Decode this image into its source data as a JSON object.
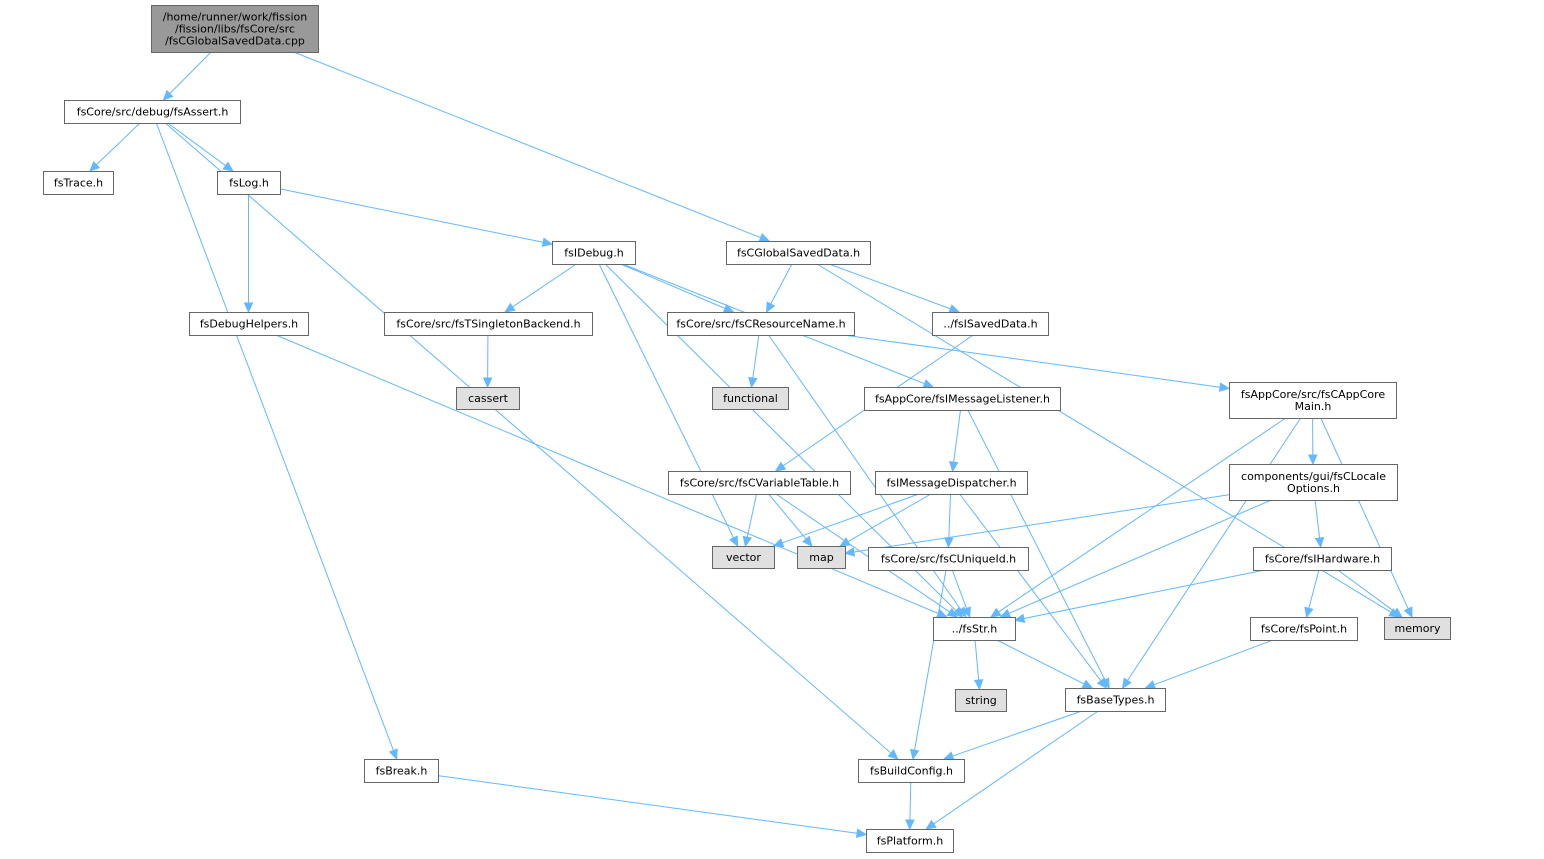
{
  "colors": {
    "edge": "#63b8ff",
    "root_fill": "#999999",
    "node_border": "#666666",
    "system_fill": "#e0e0e0"
  },
  "nodes": {
    "root": {
      "lines": [
        "/home/runner/work/fission",
        "/fission/libs/fsCore/src",
        "/fsCGlobalSavedData.cpp"
      ],
      "kind": "root"
    },
    "fsAssert": {
      "lines": [
        "fsCore/src/debug/fsAssert.h"
      ],
      "kind": "file"
    },
    "fsTrace": {
      "lines": [
        "fsTrace.h"
      ],
      "kind": "file"
    },
    "fsLog": {
      "lines": [
        "fsLog.h"
      ],
      "kind": "file"
    },
    "fsIDebug": {
      "lines": [
        "fsIDebug.h"
      ],
      "kind": "file"
    },
    "fsCGlobalSavedData": {
      "lines": [
        "fsCGlobalSavedData.h"
      ],
      "kind": "file"
    },
    "fsDebugHelpers": {
      "lines": [
        "fsDebugHelpers.h"
      ],
      "kind": "file"
    },
    "fsTSingletonBackend": {
      "lines": [
        "fsCore/src/fsTSingletonBackend.h"
      ],
      "kind": "file"
    },
    "fsCResourceName": {
      "lines": [
        "fsCore/src/fsCResourceName.h"
      ],
      "kind": "file"
    },
    "fsISavedData": {
      "lines": [
        "../fsISavedData.h"
      ],
      "kind": "file"
    },
    "cassert": {
      "lines": [
        "cassert"
      ],
      "kind": "system"
    },
    "functional": {
      "lines": [
        "functional"
      ],
      "kind": "system"
    },
    "fsIMessageListener": {
      "lines": [
        "fsAppCore/fsIMessageListener.h"
      ],
      "kind": "file"
    },
    "fsCAppCoreMain": {
      "lines": [
        "fsAppCore/src/fsCAppCore",
        "Main.h"
      ],
      "kind": "file"
    },
    "fsCVariableTable": {
      "lines": [
        "fsCore/src/fsCVariableTable.h"
      ],
      "kind": "file"
    },
    "fsIMessageDispatcher": {
      "lines": [
        "fsIMessageDispatcher.h"
      ],
      "kind": "file"
    },
    "fsCLocaleOptions": {
      "lines": [
        "components/gui/fsCLocale",
        "Options.h"
      ],
      "kind": "file"
    },
    "vector": {
      "lines": [
        "vector"
      ],
      "kind": "system"
    },
    "map": {
      "lines": [
        "map"
      ],
      "kind": "system"
    },
    "fsCUniqueId": {
      "lines": [
        "fsCore/src/fsCUniqueId.h"
      ],
      "kind": "file"
    },
    "fsIHardware": {
      "lines": [
        "fsCore/fsIHardware.h"
      ],
      "kind": "file"
    },
    "fsStr": {
      "lines": [
        "../fsStr.h"
      ],
      "kind": "file"
    },
    "fsPoint": {
      "lines": [
        "fsCore/fsPoint.h"
      ],
      "kind": "file"
    },
    "memory": {
      "lines": [
        "memory"
      ],
      "kind": "system"
    },
    "string": {
      "lines": [
        "string"
      ],
      "kind": "system"
    },
    "fsBaseTypes": {
      "lines": [
        "fsBaseTypes.h"
      ],
      "kind": "file"
    },
    "fsBreak": {
      "lines": [
        "fsBreak.h"
      ],
      "kind": "file"
    },
    "fsBuildConfig": {
      "lines": [
        "fsBuildConfig.h"
      ],
      "kind": "file"
    },
    "fsPlatform": {
      "lines": [
        "fsPlatform.h"
      ],
      "kind": "file"
    }
  },
  "edges": [
    [
      "root",
      "fsAssert"
    ],
    [
      "root",
      "fsCGlobalSavedData"
    ],
    [
      "fsAssert",
      "fsTrace"
    ],
    [
      "fsAssert",
      "fsLog"
    ],
    [
      "fsAssert",
      "fsBreak"
    ],
    [
      "fsAssert",
      "fsBuildConfig"
    ],
    [
      "fsLog",
      "fsDebugHelpers"
    ],
    [
      "fsLog",
      "fsIDebug"
    ],
    [
      "fsDebugHelpers",
      "fsStr"
    ],
    [
      "fsIDebug",
      "fsTSingletonBackend"
    ],
    [
      "fsIDebug",
      "fsCResourceName"
    ],
    [
      "fsIDebug",
      "fsIMessageListener"
    ],
    [
      "fsIDebug",
      "vector"
    ],
    [
      "fsIDebug",
      "fsStr"
    ],
    [
      "fsCGlobalSavedData",
      "fsCResourceName"
    ],
    [
      "fsCGlobalSavedData",
      "fsISavedData"
    ],
    [
      "fsCGlobalSavedData",
      "memory"
    ],
    [
      "fsTSingletonBackend",
      "cassert"
    ],
    [
      "fsCResourceName",
      "functional"
    ],
    [
      "fsCResourceName",
      "fsCAppCoreMain"
    ],
    [
      "fsCResourceName",
      "fsStr"
    ],
    [
      "fsISavedData",
      "fsCVariableTable"
    ],
    [
      "fsIMessageListener",
      "fsIMessageDispatcher"
    ],
    [
      "fsIMessageListener",
      "fsBaseTypes"
    ],
    [
      "fsCAppCoreMain",
      "fsCLocaleOptions"
    ],
    [
      "fsCAppCoreMain",
      "fsStr"
    ],
    [
      "fsCAppCoreMain",
      "memory"
    ],
    [
      "fsCAppCoreMain",
      "fsBaseTypes"
    ],
    [
      "fsCVariableTable",
      "vector"
    ],
    [
      "fsCVariableTable",
      "map"
    ],
    [
      "fsCVariableTable",
      "fsStr"
    ],
    [
      "fsIMessageDispatcher",
      "vector"
    ],
    [
      "fsIMessageDispatcher",
      "map"
    ],
    [
      "fsIMessageDispatcher",
      "fsCUniqueId"
    ],
    [
      "fsIMessageDispatcher",
      "fsBaseTypes"
    ],
    [
      "fsCLocaleOptions",
      "map"
    ],
    [
      "fsCLocaleOptions",
      "fsIHardware"
    ],
    [
      "fsCLocaleOptions",
      "fsStr"
    ],
    [
      "fsCUniqueId",
      "fsStr"
    ],
    [
      "fsCUniqueId",
      "fsBuildConfig"
    ],
    [
      "fsIHardware",
      "fsStr"
    ],
    [
      "fsIHardware",
      "fsPoint"
    ],
    [
      "fsIHardware",
      "memory"
    ],
    [
      "fsStr",
      "string"
    ],
    [
      "fsStr",
      "fsBaseTypes"
    ],
    [
      "fsPoint",
      "fsBaseTypes"
    ],
    [
      "fsBaseTypes",
      "fsBuildConfig"
    ],
    [
      "fsBaseTypes",
      "fsPlatform"
    ],
    [
      "fsBreak",
      "fsPlatform"
    ],
    [
      "fsBuildConfig",
      "fsPlatform"
    ]
  ]
}
